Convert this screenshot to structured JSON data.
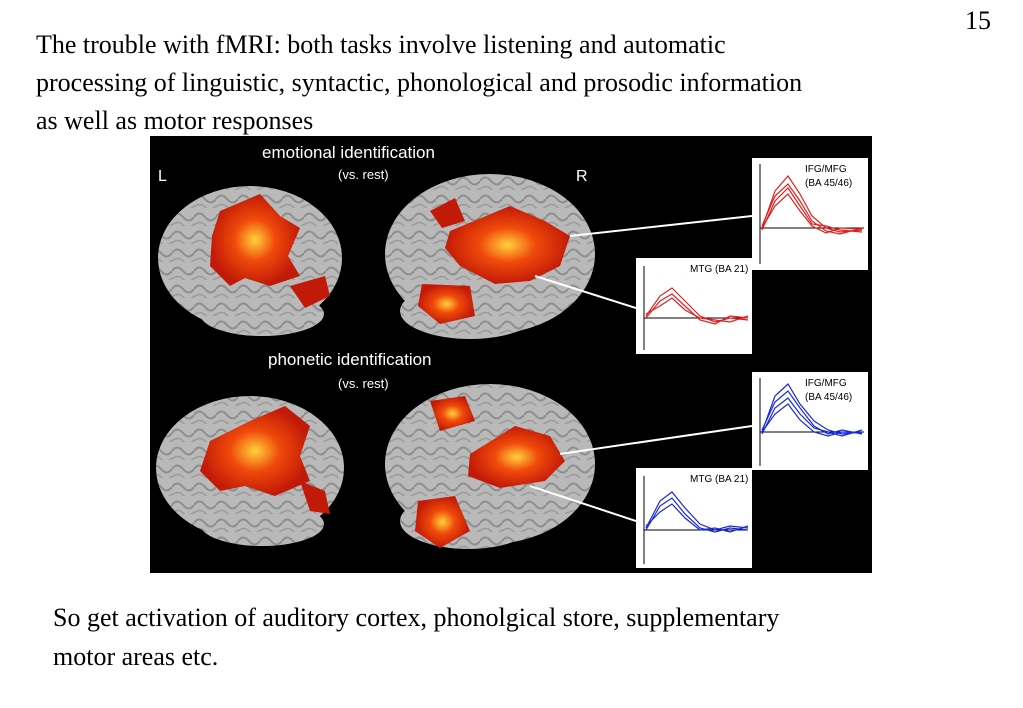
{
  "slide": {
    "number": "15",
    "heading_lines": [
      "The trouble with fMRI: both tasks involve listening and automatic",
      "processing of linguistic, syntactic, phonological and prosodic information",
      "as well as motor responses"
    ],
    "caption_lines": [
      "So get activation of auditory cortex, phonolgical store, supplementary",
      "motor areas etc."
    ]
  },
  "figure": {
    "left_label": "L",
    "right_label": "R",
    "top_section": {
      "title": "emotional identification",
      "subtitle": "(vs. rest)"
    },
    "bottom_section": {
      "title": "phonetic identification",
      "subtitle": "(vs. rest)"
    },
    "insets": [
      {
        "label_line1": "IFG/MFG",
        "label_line2": "(BA 45/46)",
        "color": "#e02020"
      },
      {
        "label_line1": "MTG (BA 21)",
        "label_line2": "",
        "color": "#e02020"
      },
      {
        "label_line1": "IFG/MFG",
        "label_line2": "(BA 45/46)",
        "color": "#1a2ad8"
      },
      {
        "label_line1": "MTG (BA 21)",
        "label_line2": "",
        "color": "#1a2ad8"
      }
    ],
    "colors": {
      "brain": "#b9b9b9",
      "activation_outer": "#c21a08",
      "activation_mid": "#f04a0a",
      "activation_core": "#ffd23a",
      "background": "#000000"
    }
  }
}
